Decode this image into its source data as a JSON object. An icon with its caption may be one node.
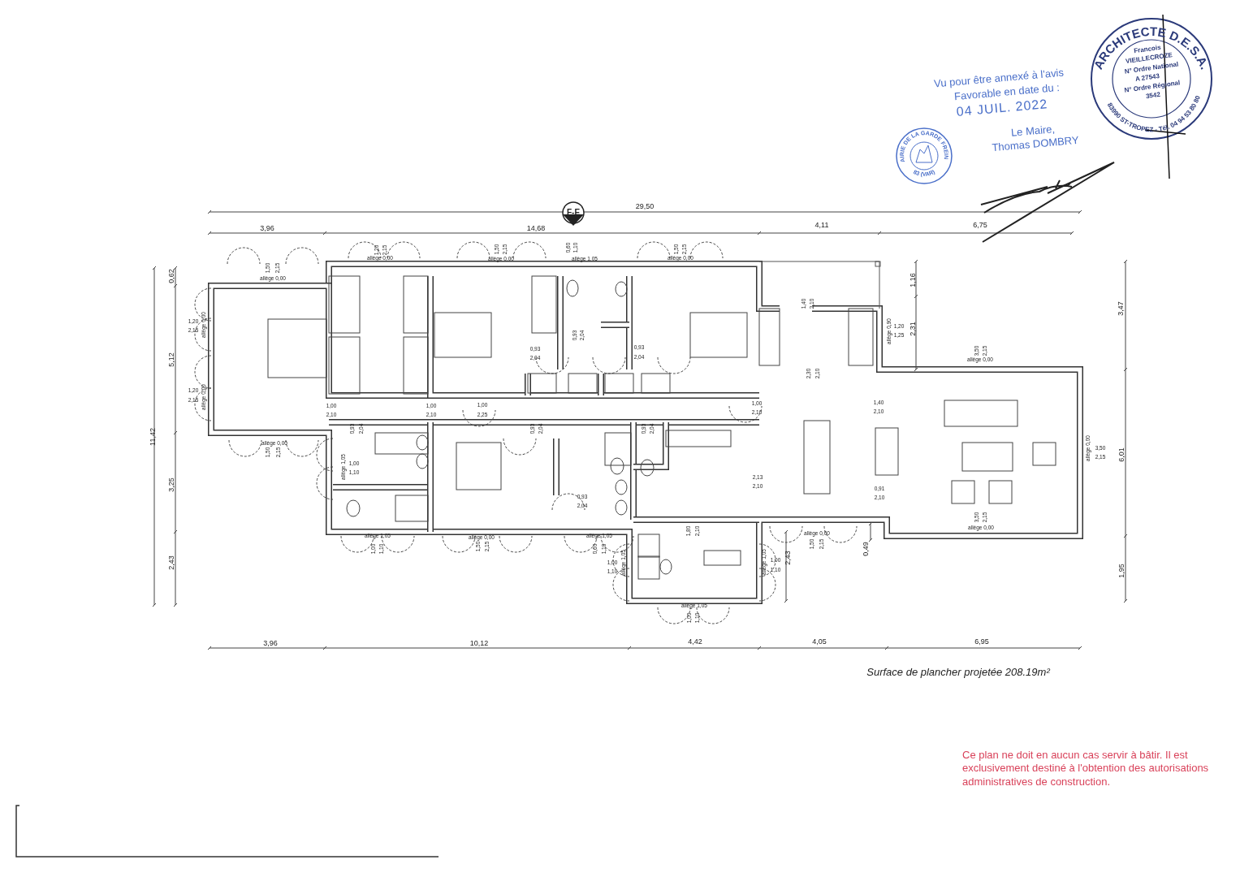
{
  "diagram": {
    "labels": [
      "Vu pour être annexé à l'avis",
      "Favorable en date du :",
      "04 JUIL. 2022",
      "Le Maire,",
      "Thomas DOMBRY",
      "MAIRIE DE LA GARDE FREINET",
      "83 (VAR)",
      "ARCHITECTE D.E.S.A.",
      "Francois",
      "VIEILLECROZE",
      "N° Ordre National",
      "A 27543",
      "N° Ordre Régional",
      "3542",
      "83990 ST-TROPEZ - Tél. 04 94 53 80 80",
      "29,50",
      "F-E",
      "3,96",
      "14,68",
      "4,11",
      "6,75",
      "1,20",
      "2,15",
      "allège 0,00",
      "1,50",
      "2,15",
      "allège 0,00",
      "0,60",
      "1,10",
      "allège 1,05",
      "1,50",
      "2,15",
      "allège 0,00",
      "1,50",
      "2,15",
      "allège 0,00",
      "0,62",
      "1,16",
      "1,40",
      "2,10",
      "1,20",
      "2,15",
      "allège 0,00",
      "3,47",
      "allège 0,90",
      "1,20",
      "1,25",
      "2,31",
      "0,93",
      "2,04",
      "0,93",
      "2,04",
      "0,93",
      "2,04",
      "2,30",
      "2,10",
      "3,50",
      "2,15",
      "allège 0,00",
      "5,12",
      "1,20",
      "2,15",
      "allège 0,00",
      "1,00",
      "2,10",
      "1,00",
      "2,10",
      "1,00",
      "2,25",
      "1,00",
      "2,10",
      "1,40",
      "2,10",
      "0,93",
      "2,04",
      "0,93",
      "2,04",
      "0,93",
      "2,04",
      "11,42",
      "allège 0,00",
      "1,50",
      "2,15",
      "allège 1,05",
      "1,00",
      "1,10",
      "allège 0,00",
      "3,50",
      "2,15",
      "6,01",
      "2,13",
      "2,10",
      "0,91",
      "2,10",
      "3,25",
      "0,93",
      "2,04",
      "3,50",
      "2,15",
      "allège 0,00",
      "1,80",
      "2,10",
      "allège 1,05",
      "1,00",
      "1,10",
      "allège 0,00",
      "1,50",
      "2,15",
      "allège 1,05",
      "0,60",
      "1,10",
      "allège 0,00",
      "1,50",
      "2,15",
      "0,49",
      "1,00",
      "1,10",
      "allège 1,05",
      "allège 1,05",
      "1,00",
      "1,10",
      "2,43",
      "2,43",
      "1,95",
      "allège 1,05",
      "1,00",
      "1,10",
      "3,96",
      "10,12",
      "4,42",
      "4,05",
      "6,95",
      "Surface de plancher projetée 208.19m²",
      "Ce plan ne doit en aucun cas servir à bâtir. Il est exclusivement destiné à l'obtention des autorisations administratives de construction."
    ]
  }
}
